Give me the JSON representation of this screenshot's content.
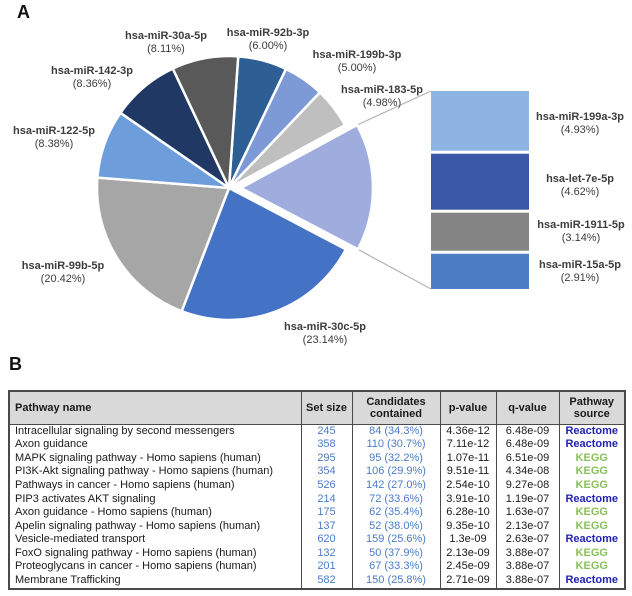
{
  "figure": {
    "panel_a_label": "A",
    "panel_b_label": "B"
  },
  "colors": {
    "label_text": "#3d3d3d",
    "table_number_blue": "#4a7cc9",
    "header_bg": "#d9d9d9",
    "callout_line": "#b3b3b3"
  },
  "chart_data": [
    {
      "type": "pie",
      "panel": "A",
      "title": "",
      "legend_position": "labels-around-pie",
      "slices": [
        {
          "label": "hsa-miR-92b-3p",
          "value": 6.0,
          "value_text": "(6.00%)",
          "color": "#2d5e94"
        },
        {
          "label": "hsa-miR-199b-3p",
          "value": 5.0,
          "value_text": "(5.00%)",
          "color": "#7d99d6"
        },
        {
          "label": "hsa-miR-183-5p",
          "value": 4.98,
          "value_text": "(4.98%)",
          "color": "#bfbfbf"
        },
        {
          "label": "",
          "value": 15.6,
          "value_text": "",
          "color": "#9fadde",
          "exploded": true,
          "note": "expanded into side stacked bar"
        },
        {
          "label": "hsa-miR-30c-5p",
          "value": 23.14,
          "value_text": "(23.14%)",
          "color": "#4472c4"
        },
        {
          "label": "hsa-miR-99b-5p",
          "value": 20.42,
          "value_text": "(20.42%)",
          "color": "#a6a6a6"
        },
        {
          "label": "hsa-miR-122-5p",
          "value": 8.38,
          "value_text": "(8.38%)",
          "color": "#6d9edb"
        },
        {
          "label": "hsa-miR-142-3p",
          "value": 8.36,
          "value_text": "(8.36%)",
          "color": "#1f3864"
        },
        {
          "label": "hsa-miR-30a-5p",
          "value": 8.11,
          "value_text": "(8.11%)",
          "color": "#595959"
        }
      ]
    },
    {
      "type": "bar",
      "subtype": "stacked-breakout",
      "panel": "A",
      "segments": [
        {
          "label": "hsa-miR-199a-3p",
          "value": 4.93,
          "value_text": "(4.93%)",
          "color": "#8db4e2"
        },
        {
          "label": "hsa-let-7e-5p",
          "value": 4.62,
          "value_text": "(4.62%)",
          "color": "#3a57a8"
        },
        {
          "label": "hsa-miR-1911-5p",
          "value": 3.14,
          "value_text": "(3.14%)",
          "color": "#848484"
        },
        {
          "label": "hsa-miR-15a-5p",
          "value": 2.91,
          "value_text": "(2.91%)",
          "color": "#4d7ec3"
        }
      ]
    },
    {
      "type": "table",
      "panel": "B",
      "columns": [
        "Pathway name",
        "Set size",
        "Candidates contained",
        "p-value",
        "q-value",
        "Pathway source"
      ],
      "rows": [
        [
          "Intracellular signaling by second messengers",
          "245",
          "84 (34.3%)",
          "4.36e-12",
          "6.48e-09",
          "Reactome"
        ],
        [
          "Axon guidance",
          "358",
          "110 (30.7%)",
          "7.11e-12",
          "6.48e-09",
          "Reactome"
        ],
        [
          "MAPK signaling pathway - Homo sapiens (human)",
          "295",
          "95 (32.2%)",
          "1.07e-11",
          "6.51e-09",
          "KEGG"
        ],
        [
          "PI3K-Akt signaling pathway - Homo sapiens (human)",
          "354",
          "106 (29.9%)",
          "9.51e-11",
          "4.34e-08",
          "KEGG"
        ],
        [
          "Pathways in cancer - Homo sapiens (human)",
          "526",
          "142 (27.0%)",
          "2.54e-10",
          "9.27e-08",
          "KEGG"
        ],
        [
          "PIP3 activates AKT signaling",
          "214",
          "72 (33.6%)",
          "3.91e-10",
          "1.19e-07",
          "Reactome"
        ],
        [
          "Axon guidance - Homo sapiens (human)",
          "175",
          "62 (35.4%)",
          "6.28e-10",
          "1.63e-07",
          "KEGG"
        ],
        [
          "Apelin signaling pathway - Homo sapiens (human)",
          "137",
          "52 (38.0%)",
          "9.35e-10",
          "2.13e-07",
          "KEGG"
        ],
        [
          "Vesicle-mediated transport",
          "620",
          "159 (25.6%)",
          "1.3e-09",
          "2.63e-07",
          "Reactome"
        ],
        [
          "FoxO signaling pathway - Homo sapiens (human)",
          "132",
          "50 (37.9%)",
          "2.13e-09",
          "3.88e-07",
          "KEGG"
        ],
        [
          "Proteoglycans in cancer - Homo sapiens (human)",
          "201",
          "67 (33.3%)",
          "2.45e-09",
          "3.88e-07",
          "KEGG"
        ],
        [
          "Membrane Trafficking",
          "582",
          "150 (25.8%)",
          "2.71e-09",
          "3.88e-07",
          "Reactome"
        ]
      ],
      "source_colors": {
        "Reactome": "#2222b2",
        "KEGG": "#8abf5c"
      }
    }
  ]
}
